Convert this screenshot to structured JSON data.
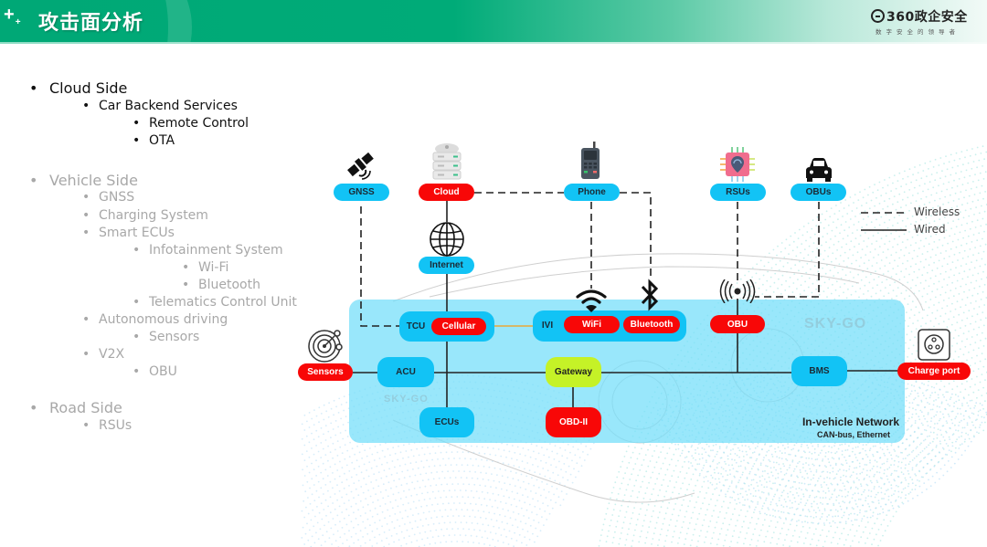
{
  "header": {
    "title": "攻击面分析",
    "plus_icon": "sparkle-plus-icon",
    "logo": {
      "name": "360政企安全",
      "tagline": "数字安全的领导者"
    }
  },
  "outline": [
    {
      "level": 0,
      "text": "Cloud Side",
      "active": true
    },
    {
      "level": 1,
      "text": "Car Backend Services",
      "active": true
    },
    {
      "level": 2,
      "text": "Remote Control",
      "active": true
    },
    {
      "level": 2,
      "text": "OTA",
      "active": true
    },
    {
      "level": 0,
      "text": "Vehicle Side",
      "active": false
    },
    {
      "level": 1,
      "text": "GNSS",
      "active": false
    },
    {
      "level": 1,
      "text": "Charging  System",
      "active": false
    },
    {
      "level": 1,
      "text": "Smart ECUs",
      "active": false
    },
    {
      "level": 2,
      "text": "Infotainment System",
      "active": false
    },
    {
      "level": 3,
      "text": "Wi-Fi",
      "active": false
    },
    {
      "level": 3,
      "text": "Bluetooth",
      "active": false
    },
    {
      "level": 2,
      "text": "Telematics Control Unit",
      "active": false
    },
    {
      "level": 1,
      "text": "Autonomous driving",
      "active": false
    },
    {
      "level": 2,
      "text": "Sensors",
      "active": false
    },
    {
      "level": 1,
      "text": "V2X",
      "active": false
    },
    {
      "level": 2,
      "text": "OBU",
      "active": false
    },
    {
      "level": 0,
      "text": "Road Side",
      "active": false
    },
    {
      "level": 1,
      "text": "RSUs",
      "active": false
    }
  ],
  "diagram": {
    "external_nodes": {
      "gnss": "GNSS",
      "cloud": "Cloud",
      "internet": "Internet",
      "phone": "Phone",
      "rsus": "RSUs",
      "obus": "OBUs",
      "sensors": "Sensors",
      "charge_port": "Charge port"
    },
    "internal_nodes": {
      "tcu": "TCU",
      "cellular": "Cellular",
      "ivi": "IVI",
      "wifi": "WiFi",
      "bluetooth": "Bluetooth",
      "obu": "OBU",
      "acu": "ACU",
      "gateway": "Gateway",
      "bms": "BMS",
      "ecus": "ECUs",
      "obd": "OBD-II"
    },
    "network_title": "In-vehicle Network",
    "network_subtitle": "CAN-bus, Ethernet",
    "watermark": "SKY-GO",
    "legend": {
      "wireless": "Wireless",
      "wired": "Wired"
    },
    "colors": {
      "attack_surface": "#f80707",
      "component": "#12c3f5",
      "gateway": "#c5f227",
      "network_area": "#72defa",
      "header_green": "#00a876"
    },
    "icons": {
      "gnss": "satellite-icon",
      "cloud": "server-stack-icon",
      "internet": "globe-icon",
      "phone": "mobile-phone-icon",
      "rsus": "chip-location-icon",
      "obus": "car-icon",
      "sensors": "radar-icon",
      "charge_port": "charging-socket-icon",
      "wifi": "wifi-icon",
      "bluetooth": "bluetooth-icon",
      "obu": "antenna-broadcast-icon"
    }
  }
}
